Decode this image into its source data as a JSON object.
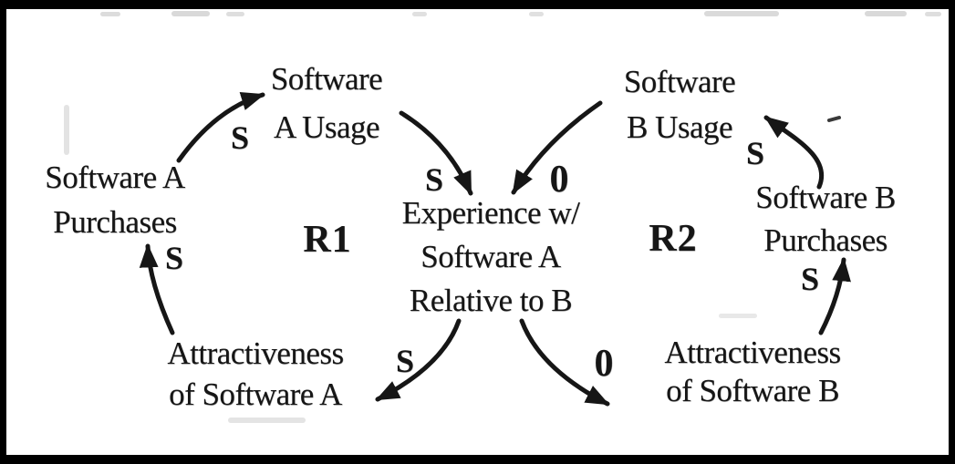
{
  "diagram": {
    "type": "causal-loop-diagram",
    "nodes": {
      "software_a_usage": {
        "lines": [
          "Software",
          "A Usage"
        ]
      },
      "software_a_purchases": {
        "lines": [
          "Software A",
          "Purchases"
        ]
      },
      "experience": {
        "lines": [
          "Experience w/",
          "Software A",
          "Relative to B"
        ]
      },
      "attractiveness_a": {
        "lines": [
          "Attractiveness",
          "of Software A"
        ]
      },
      "software_b_usage": {
        "lines": [
          "Software",
          "B Usage"
        ]
      },
      "software_b_purchases": {
        "lines": [
          "Software B",
          "Purchases"
        ]
      },
      "attractiveness_b": {
        "lines": [
          "Attractiveness",
          "of Software B"
        ]
      }
    },
    "loop_labels": {
      "r1": "R1",
      "r2": "R2"
    },
    "link_labels": {
      "a_purchases_to_a_usage": "S",
      "a_usage_to_experience": "S",
      "b_usage_to_experience": "0",
      "experience_to_attractiveness_a": "S",
      "experience_to_attractiveness_b": "0",
      "attractiveness_a_to_a_purchases": "S",
      "attractiveness_b_to_b_purchases": "S",
      "b_purchases_to_b_usage": "S"
    },
    "colors": {
      "ink": "#161616",
      "background": "#ffffff",
      "frame": "#000000"
    }
  }
}
